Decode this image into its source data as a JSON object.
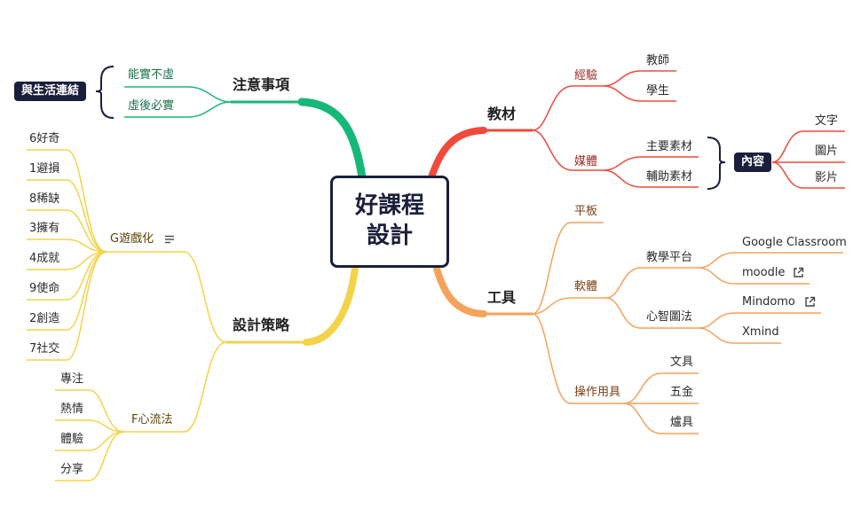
{
  "central": {
    "line1": "好課程",
    "line2": "設計"
  },
  "branches": {
    "notes": {
      "label": "注意事項",
      "items": [
        "能實不虛",
        "虛後必實"
      ],
      "summary": "與生活連結"
    },
    "materials": {
      "label": "教材",
      "experience": {
        "label": "經驗",
        "items": [
          "教師",
          "學生"
        ]
      },
      "media": {
        "label": "媒體",
        "items": [
          "主要素材",
          "輔助素材"
        ]
      },
      "content": {
        "label": "內容",
        "items": [
          "文字",
          "圖片",
          "影片"
        ]
      }
    },
    "tools": {
      "label": "工具",
      "tablet": "平板",
      "software": {
        "label": "軟體",
        "teaching_platform": {
          "label": "教學平台",
          "items": [
            "Google Classroom",
            "moodle"
          ]
        },
        "mind_map": {
          "label": "心智圖法",
          "items": [
            "Mindomo",
            "Xmind"
          ]
        }
      },
      "hands_on": {
        "label": "操作用具",
        "items": [
          "文具",
          "五金",
          "爐具"
        ]
      }
    },
    "strategy": {
      "label": "設計策略",
      "gamify": {
        "label": "G遊戲化",
        "items": [
          "6好奇",
          "1避損",
          "8稀缺",
          "3擁有",
          "4成就",
          "9使命",
          "2創造",
          "7社交"
        ]
      },
      "flow": {
        "label": "F心流法",
        "items": [
          "專注",
          "熱情",
          "體驗",
          "分享"
        ]
      }
    }
  },
  "colors": {
    "green": "#16b877",
    "red": "#ef4a3c",
    "orange": "#f5a25a",
    "yellow": "#f3d34a",
    "dark": "#1b1f3b"
  },
  "icons": [
    "notes-icon",
    "external-link-icon"
  ]
}
